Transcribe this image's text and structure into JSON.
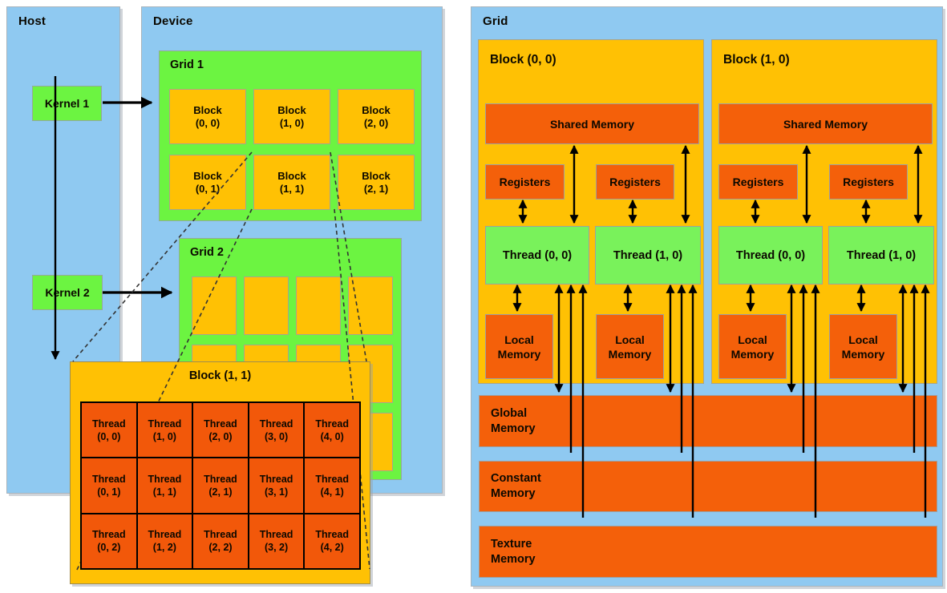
{
  "colors": {
    "panel_blue": "#8FC9F1",
    "grid_green": "#6CF441",
    "block_amber": "#FFC104",
    "memory_orange": "#F4600A",
    "table_cell_orange": "#F2580A",
    "thread_green": "#79F25B",
    "arrow_black": "#000000",
    "dash_gray": "#333333"
  },
  "left": {
    "host": {
      "title": "Host"
    },
    "device": {
      "title": "Device"
    },
    "kernel1": {
      "label": "Kernel 1"
    },
    "kernel2": {
      "label": "Kernel 2"
    },
    "grid1": {
      "title": "Grid 1",
      "blocks": [
        {
          "line1": "Block",
          "line2": "(0, 0)"
        },
        {
          "line1": "Block",
          "line2": "(1, 0)"
        },
        {
          "line1": "Block",
          "line2": "(2, 0)"
        },
        {
          "line1": "Block",
          "line2": "(0, 1)"
        },
        {
          "line1": "Block",
          "line2": "(1, 1)"
        },
        {
          "line1": "Block",
          "line2": "(2, 1)"
        }
      ]
    },
    "grid2": {
      "title": "Grid 2"
    },
    "block_detail": {
      "title": "Block (1, 1)",
      "threads": [
        {
          "line1": "Thread",
          "line2": "(0, 0)"
        },
        {
          "line1": "Thread",
          "line2": "(1, 0)"
        },
        {
          "line1": "Thread",
          "line2": "(2, 0)"
        },
        {
          "line1": "Thread",
          "line2": "(3, 0)"
        },
        {
          "line1": "Thread",
          "line2": "(4, 0)"
        },
        {
          "line1": "Thread",
          "line2": "(0, 1)"
        },
        {
          "line1": "Thread",
          "line2": "(1, 1)"
        },
        {
          "line1": "Thread",
          "line2": "(2, 1)"
        },
        {
          "line1": "Thread",
          "line2": "(3, 1)"
        },
        {
          "line1": "Thread",
          "line2": "(4, 1)"
        },
        {
          "line1": "Thread",
          "line2": "(0, 2)"
        },
        {
          "line1": "Thread",
          "line2": "(1, 2)"
        },
        {
          "line1": "Thread",
          "line2": "(2, 2)"
        },
        {
          "line1": "Thread",
          "line2": "(3, 2)"
        },
        {
          "line1": "Thread",
          "line2": "(4, 2)"
        }
      ]
    }
  },
  "right": {
    "grid": {
      "title": "Grid"
    },
    "blocks": [
      {
        "title": "Block (0, 0)",
        "shared": "Shared Memory",
        "reg1": "Registers",
        "reg2": "Registers",
        "thread1": "Thread (0, 0)",
        "thread2": "Thread (1, 0)",
        "local1": {
          "line1": "Local",
          "line2": "Memory"
        },
        "local2": {
          "line1": "Local",
          "line2": "Memory"
        }
      },
      {
        "title": "Block (1, 0)",
        "shared": "Shared Memory",
        "reg1": "Registers",
        "reg2": "Registers",
        "thread1": "Thread (0, 0)",
        "thread2": "Thread (1, 0)",
        "local1": {
          "line1": "Local",
          "line2": "Memory"
        },
        "local2": {
          "line1": "Local",
          "line2": "Memory"
        }
      }
    ],
    "memories": [
      {
        "line1": "Global",
        "line2": "Memory"
      },
      {
        "line1": "Constant",
        "line2": "Memory"
      },
      {
        "line1": "Texture",
        "line2": "Memory"
      }
    ]
  }
}
